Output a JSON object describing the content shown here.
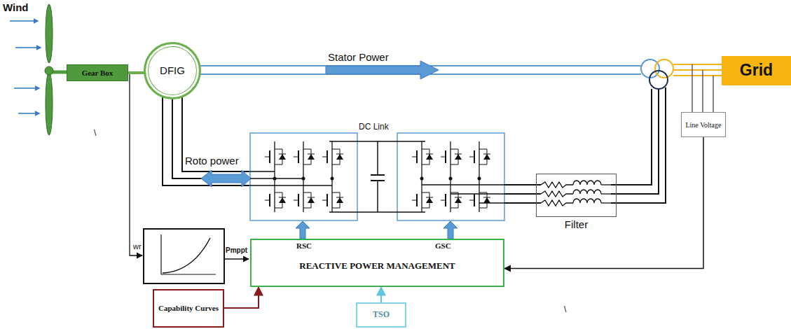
{
  "diagram": {
    "nodes": [
      {
        "text": [
          "Gear Box"
        ]
      },
      {
        "text": [
          "DFIG"
        ]
      },
      {
        "text": [
          "Grid"
        ]
      },
      {
        "text": [
          "Line Voltage"
        ]
      },
      {
        "text": [
          "Filter"
        ]
      },
      {
        "text": [
          "RSC",
          "GSC",
          "REACTIVE POWER MANAGEMENT"
        ]
      },
      {
        "text": [
          "Capability Curves"
        ]
      },
      {
        "text": [
          "TSO"
        ]
      }
    ],
    "edges": [
      {
        "from": 0,
        "to": 1,
        "arrow": "none"
      },
      {
        "from": 6,
        "to": 5,
        "arrow": "to"
      },
      {
        "from": 7,
        "to": 5,
        "arrow": "to"
      },
      {
        "from": 3,
        "to": 5,
        "arrow": "to"
      }
    ],
    "labels": [
      "Wind",
      "\\",
      "Stator Power",
      "DC Link",
      "Roto power",
      "wr",
      "Pmppt",
      "\\"
    ]
  }
}
